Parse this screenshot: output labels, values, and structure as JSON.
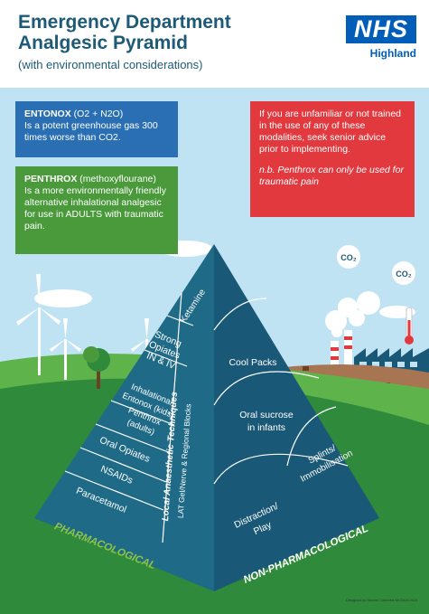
{
  "header": {
    "title_line1": "Emergency Department",
    "title_line2": "Analgesic Pyramid",
    "subtitle": "(with environmental considerations)",
    "logo_text": "NHS",
    "logo_sub": "Highland"
  },
  "boxes": {
    "entonox_title": "ENTONOX",
    "entonox_formula": "(O2 + N2O)",
    "entonox_body": "Is a potent greenhouse gas 300 times worse than CO2.",
    "penthrox_title": "PENTHROX",
    "penthrox_formula": "(methoxyflourane)",
    "penthrox_body": "Is a more environmentally friendly alternative inhalational analgesic for use in ADULTS with traumatic pain.",
    "warning_body": "If you are unfamiliar or not trained in the use of any of these modalities, seek senior advice prior to implementing.",
    "warning_note": "n.b. Penthrox can only be used for traumatic pain"
  },
  "scene": {
    "co2_label_1": "CO₂",
    "co2_label_2": "CO₂"
  },
  "pyramid": {
    "left_tiers": [
      "Ketamine",
      "Strong",
      "Opiates",
      "IN & IV",
      "Inhalational",
      "Entonox (kids)",
      "Penthrox",
      "(adults)",
      "Oral Opiates",
      "NSAIDs",
      "Paracetamol"
    ],
    "local_title": "Local Anaesthetic Techniques",
    "local_sub": "LAT Gel/Nerve & Regional Blocks",
    "right_tiers": [
      "Cool Packs",
      "Oral sucrose",
      "in infants",
      "Splints/",
      "Immobilisation",
      "Distraction/",
      "Play"
    ],
    "left_label": "PHARMACOLOGICAL",
    "right_label": "NON-PHARMACOLOGICAL"
  },
  "footer": {
    "credit": "Designed by Rachel Cummins MCDDA 2024"
  },
  "colors": {
    "sky": "#bfe3f2",
    "grass_dark": "#2f8a3b",
    "grass_light": "#5fb34b",
    "pyramid_left": "#1f6a86",
    "pyramid_right": "#1a5877",
    "title": "#1d5a78",
    "nhs_blue": "#005eb8",
    "label_green": "#8ec641"
  }
}
